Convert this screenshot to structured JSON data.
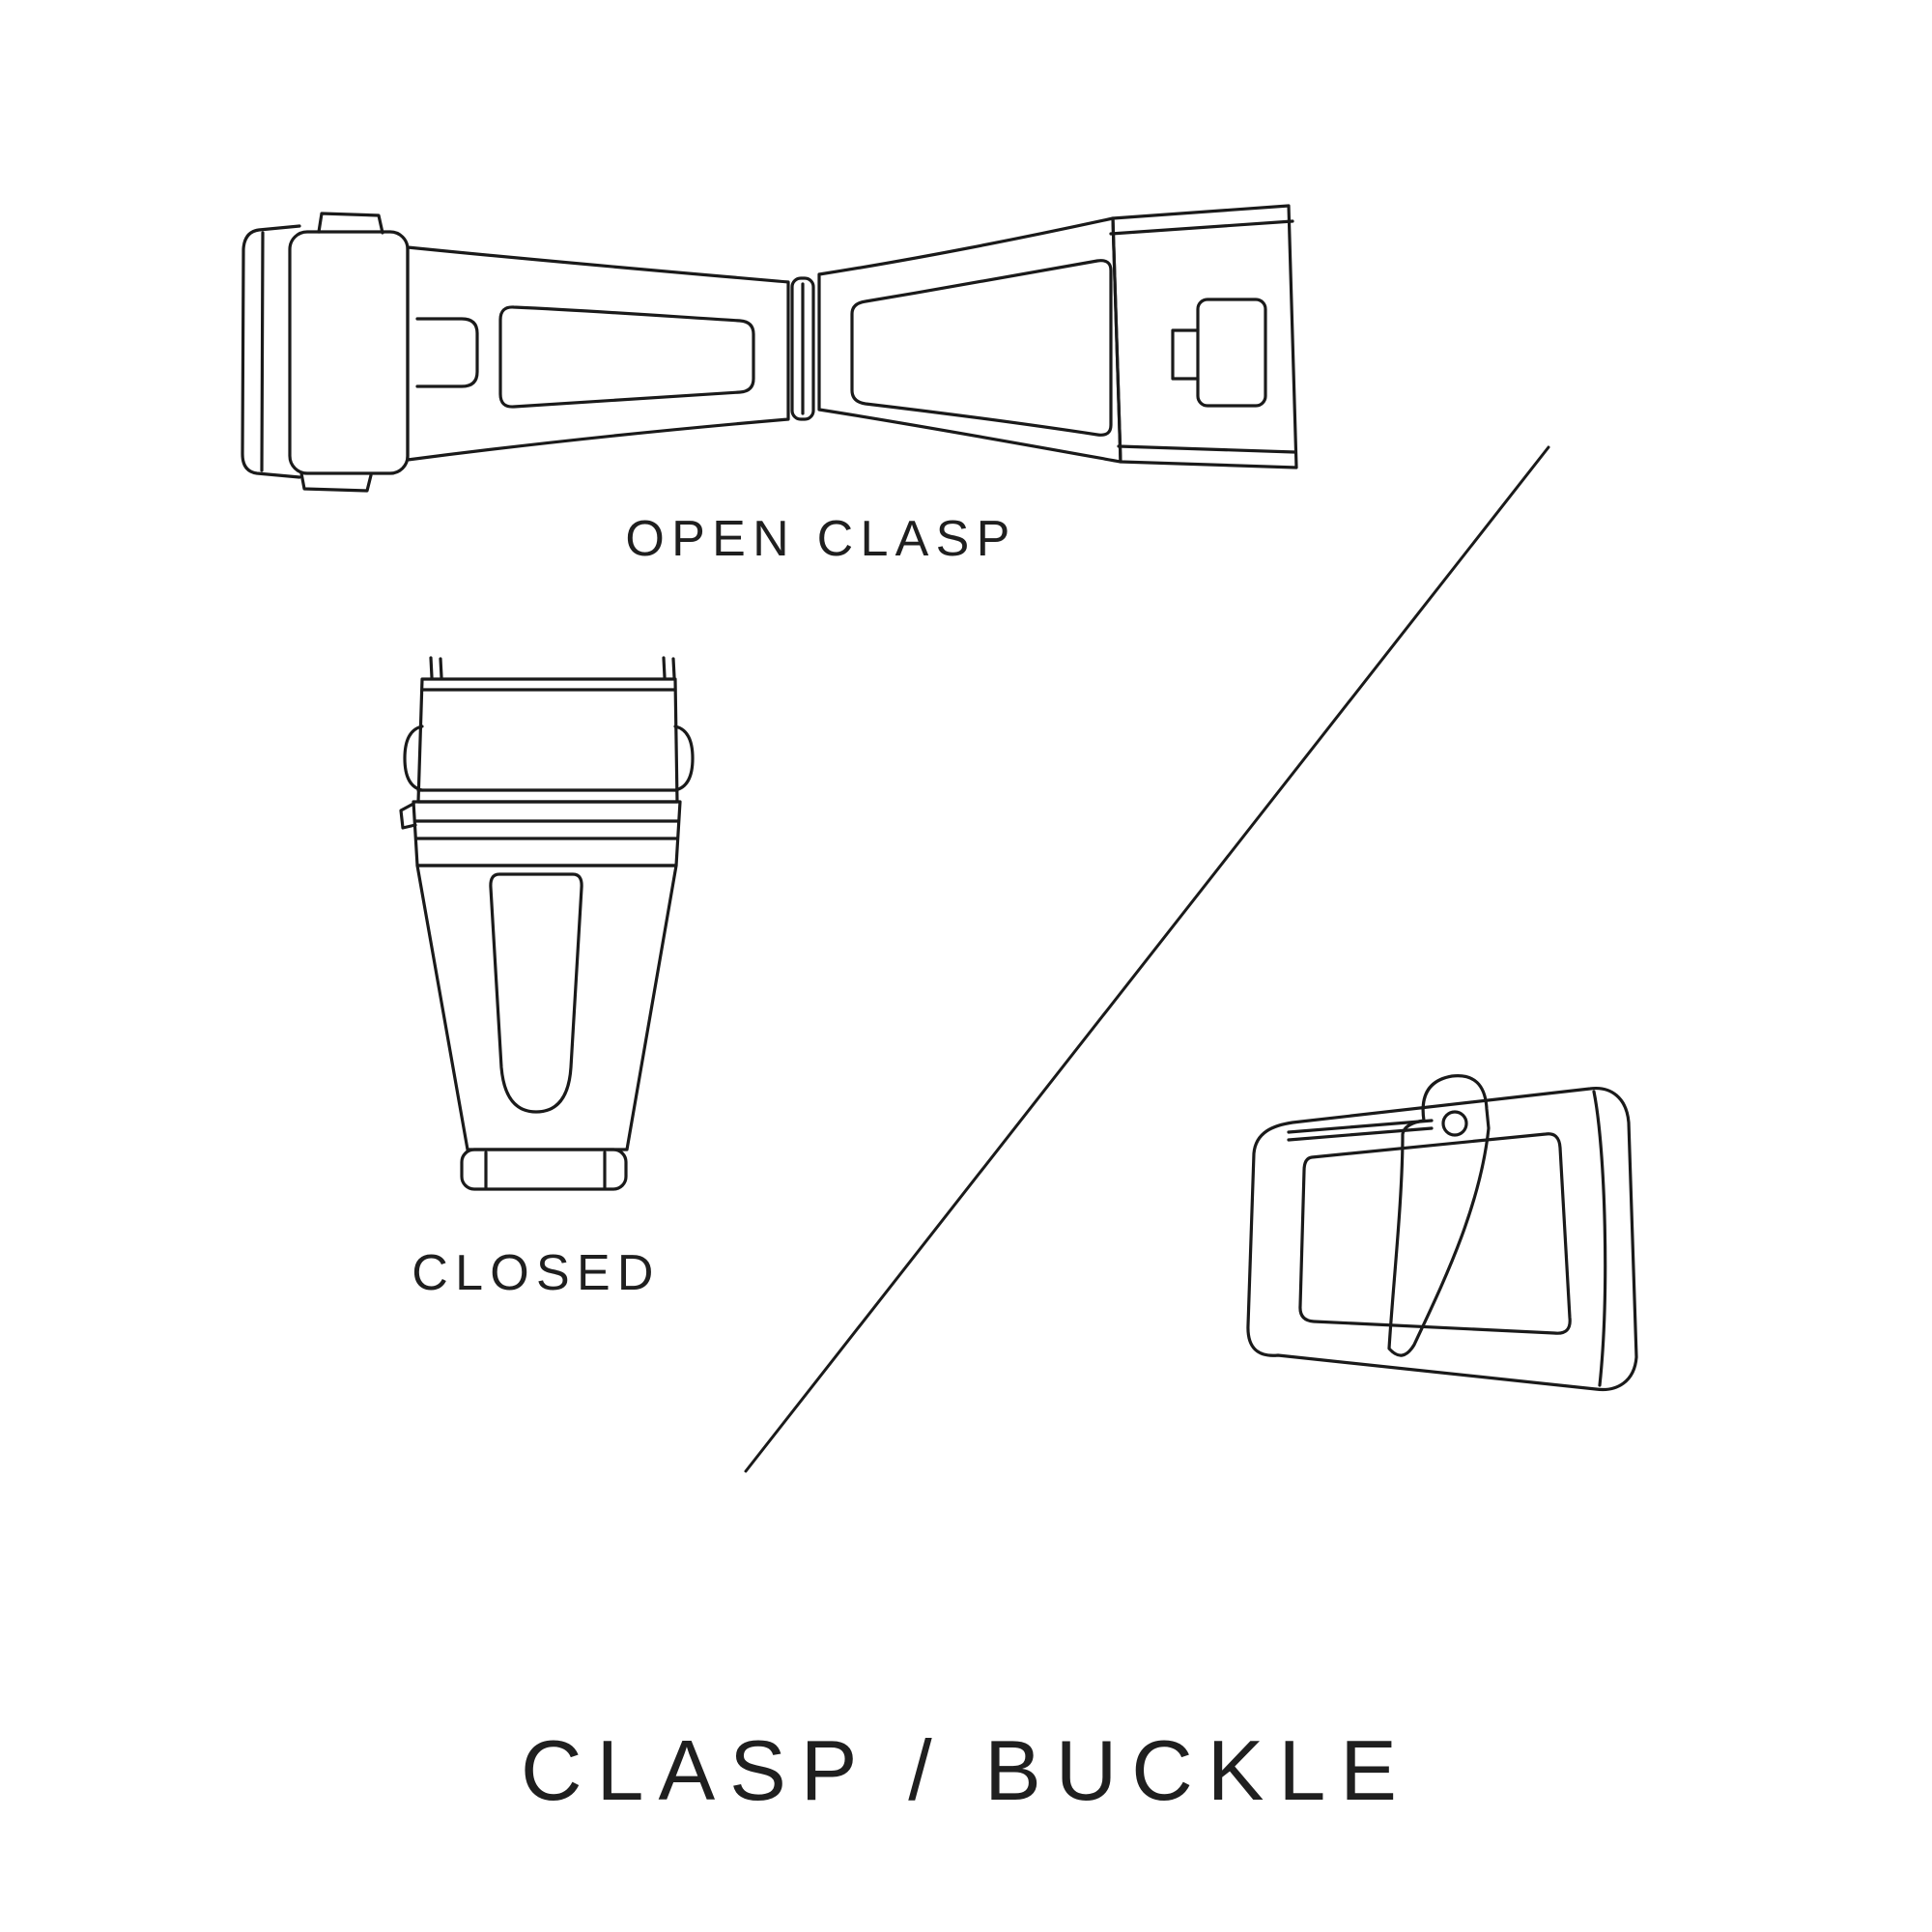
{
  "page": {
    "background_color": "#ffffff",
    "line_color": "#1a1a1a",
    "kind": "watch strap hardware diagram"
  },
  "figures": {
    "open_clasp": {
      "label": "OPEN CLASP",
      "icon": "open-clasp-illustration",
      "description": "deployant clasp shown unfolded"
    },
    "closed_clasp": {
      "label": "CLOSED",
      "icon": "closed-clasp-illustration",
      "description": "deployant clasp shown folded shut"
    },
    "buckle": {
      "icon": "tang-buckle-illustration",
      "description": "pin buckle with tang"
    }
  },
  "divider": {
    "icon": "diagonal-divider-line"
  },
  "title": "CLASP / BUCKLE"
}
